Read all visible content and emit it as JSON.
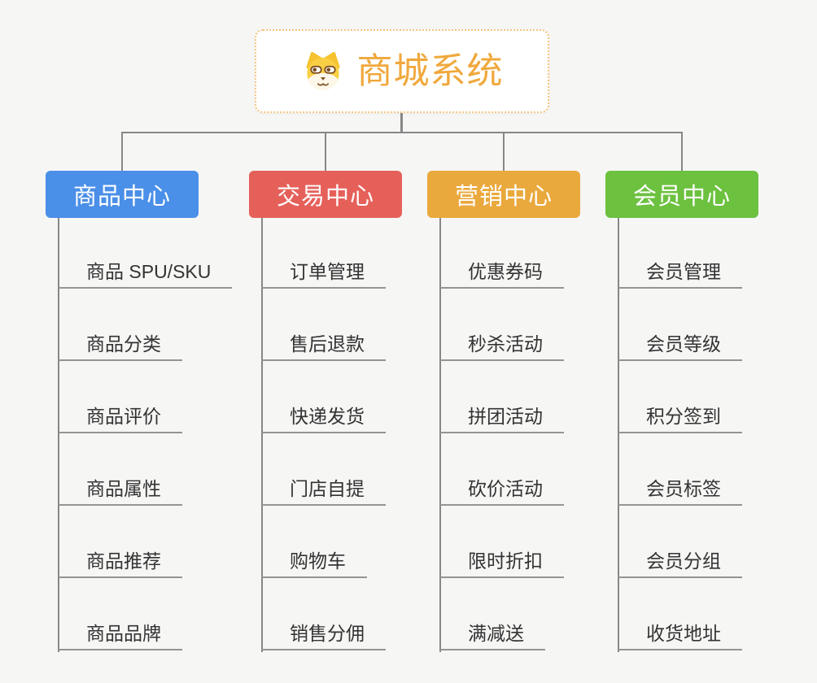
{
  "background_color": "#F6F6F5",
  "connector_color": "#878787",
  "underline_color": "#949494",
  "item_text_color": "#333333",
  "root": {
    "title": "商城系统",
    "title_color": "#F0A83C",
    "border_color": "#F5C480",
    "icon": "dog-face-icon"
  },
  "branches": [
    {
      "id": "product-center",
      "label": "商品中心",
      "color": "#4A8FE8",
      "children": [
        "商品 SPU/SKU",
        "商品分类",
        "商品评价",
        "商品属性",
        "商品推荐",
        "商品品牌"
      ]
    },
    {
      "id": "trade-center",
      "label": "交易中心",
      "color": "#E6605A",
      "children": [
        "订单管理",
        "售后退款",
        "快递发货",
        "门店自提",
        "购物车",
        "销售分佣"
      ]
    },
    {
      "id": "marketing-center",
      "label": "营销中心",
      "color": "#EAA93D",
      "children": [
        "优惠券码",
        "秒杀活动",
        "拼团活动",
        "砍价活动",
        "限时折扣",
        "满减送"
      ]
    },
    {
      "id": "member-center",
      "label": "会员中心",
      "color": "#6CC13F",
      "children": [
        "会员管理",
        "会员等级",
        "积分签到",
        "会员标签",
        "会员分组",
        "收货地址"
      ]
    }
  ]
}
